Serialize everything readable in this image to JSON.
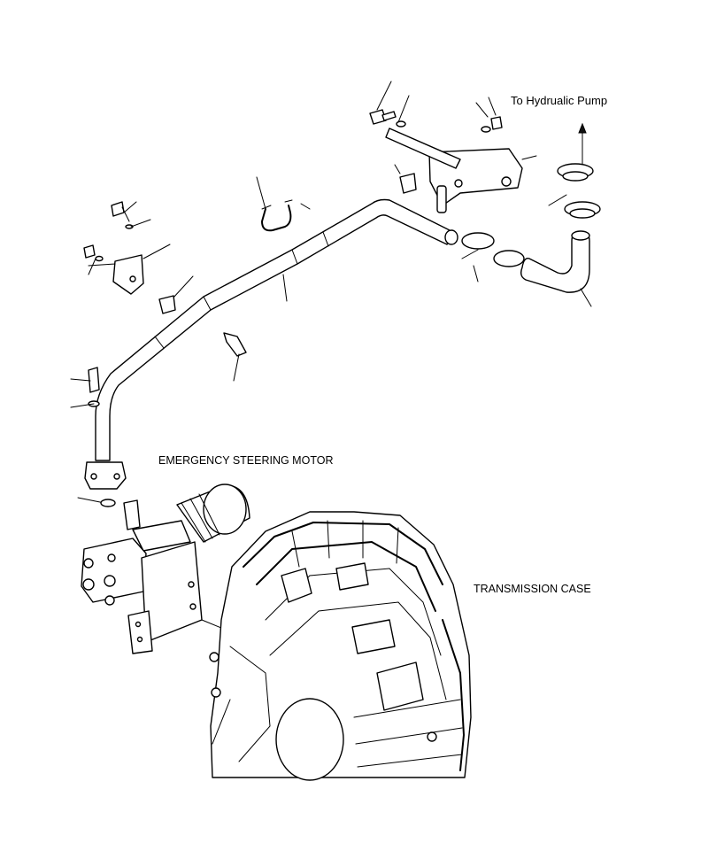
{
  "labels": {
    "hydraulic_pump": "To Hydrualic Pump",
    "emergency_steering_motor": "EMERGENCY STEERING MOTOR",
    "transmission_case": "TRANSMISSION CASE"
  },
  "colors": {
    "line": "#000000",
    "background": "#ffffff"
  }
}
